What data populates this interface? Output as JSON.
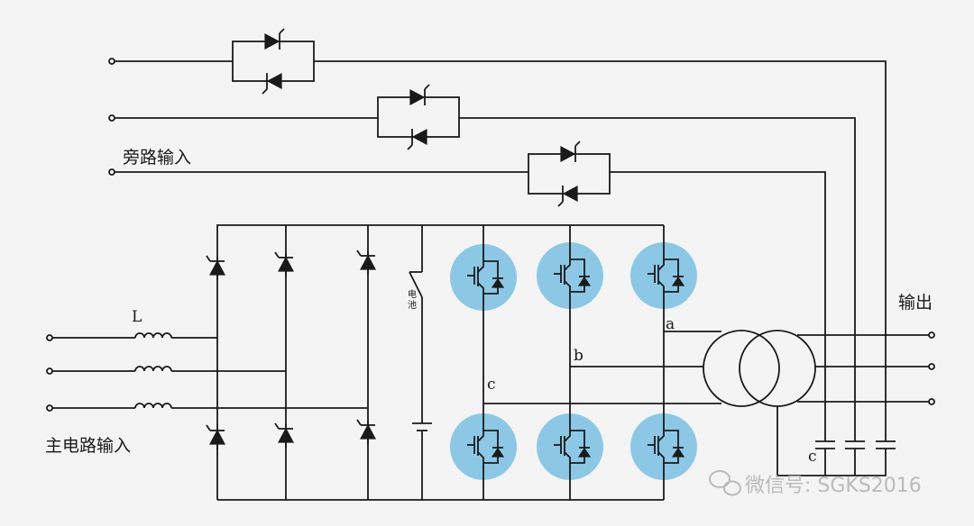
{
  "labels": {
    "bypass_input": "旁路输入",
    "main_input": "主电路输入",
    "output": "输出",
    "inductor": "L",
    "battery": "电\n池",
    "phase_a": "a",
    "phase_b": "b",
    "phase_c_inverter": "c",
    "phase_c_capacitor": "c"
  },
  "watermark": "微信号: SGKS2016",
  "colors": {
    "igbt_highlight": "#8cc8e6",
    "wire": "#1a1a1a",
    "background": "#f4f4f5"
  },
  "icons": {
    "watermark_logo": "wechat-icon"
  }
}
